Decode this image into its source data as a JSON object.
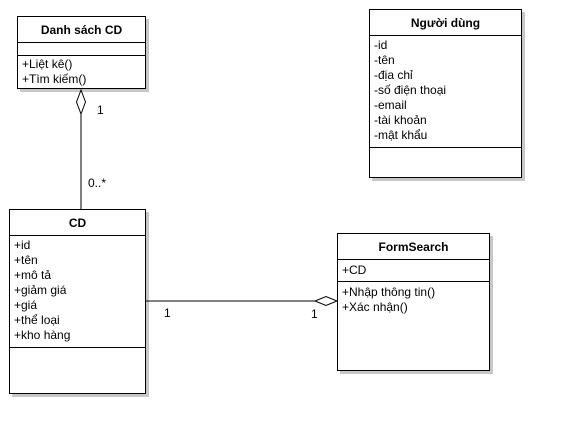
{
  "classes": {
    "danh_sach_cd": {
      "name": "Danh sách CD",
      "attributes": [],
      "operations": [
        "+Liệt kê()",
        "+Tìm kiếm()"
      ]
    },
    "nguoi_dung": {
      "name": "Người dùng",
      "attributes": [
        "-id",
        "-tên",
        "-địa chỉ",
        "-số điện thoại",
        "-email",
        "-tài khoản",
        "-mật khẩu"
      ],
      "operations": []
    },
    "cd": {
      "name": "CD",
      "attributes": [
        "+id",
        "+tên",
        "+mô tả",
        "+giảm giá",
        "+giá",
        "+thể loại",
        "+kho hàng"
      ],
      "operations": []
    },
    "form_search": {
      "name": "FormSearch",
      "attributes": [
        "+CD"
      ],
      "operations": [
        "+Nhập thông tin()",
        "+Xác nhận()"
      ]
    }
  },
  "associations": {
    "danhsach_cd": {
      "end_top": "1",
      "end_bottom": "0..*"
    },
    "cd_formsearch": {
      "end_left": "1",
      "end_right": "1"
    }
  },
  "colors": {
    "line": "#000000",
    "shadow": "#bdbdbd",
    "background": "#ffffff"
  }
}
